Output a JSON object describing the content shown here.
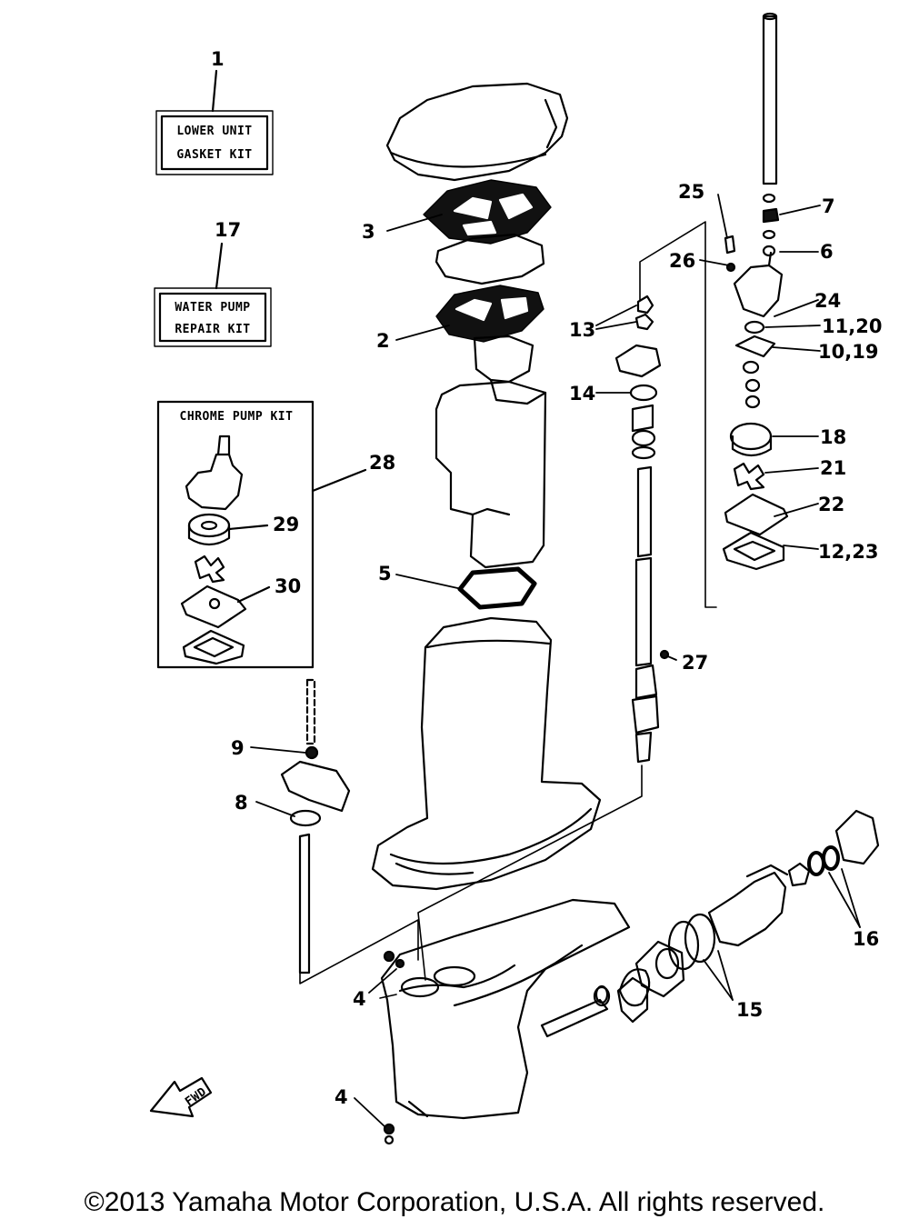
{
  "kits": {
    "lower_unit_line1": "LOWER UNIT",
    "lower_unit_line2": "GASKET KIT",
    "water_pump_line1": "WATER PUMP",
    "water_pump_line2": "REPAIR KIT",
    "chrome_pump_title": "CHROME PUMP KIT"
  },
  "callouts": {
    "c1": "1",
    "c2": "2",
    "c3": "3",
    "c4a": "4",
    "c4b": "4",
    "c5": "5",
    "c6": "6",
    "c7": "7",
    "c8": "8",
    "c9": "9",
    "c10_19": "10,19",
    "c11_20": "11,20",
    "c12_23": "12,23",
    "c13": "13",
    "c14": "14",
    "c15": "15",
    "c16": "16",
    "c17": "17",
    "c18": "18",
    "c21": "21",
    "c22": "22",
    "c24": "24",
    "c25": "25",
    "c26": "26",
    "c27": "27",
    "c28": "28",
    "c29": "29",
    "c30": "30"
  },
  "fwd_label": "FWD",
  "copyright": "©2013 Yamaha Motor Corporation, U.S.A. All rights reserved."
}
